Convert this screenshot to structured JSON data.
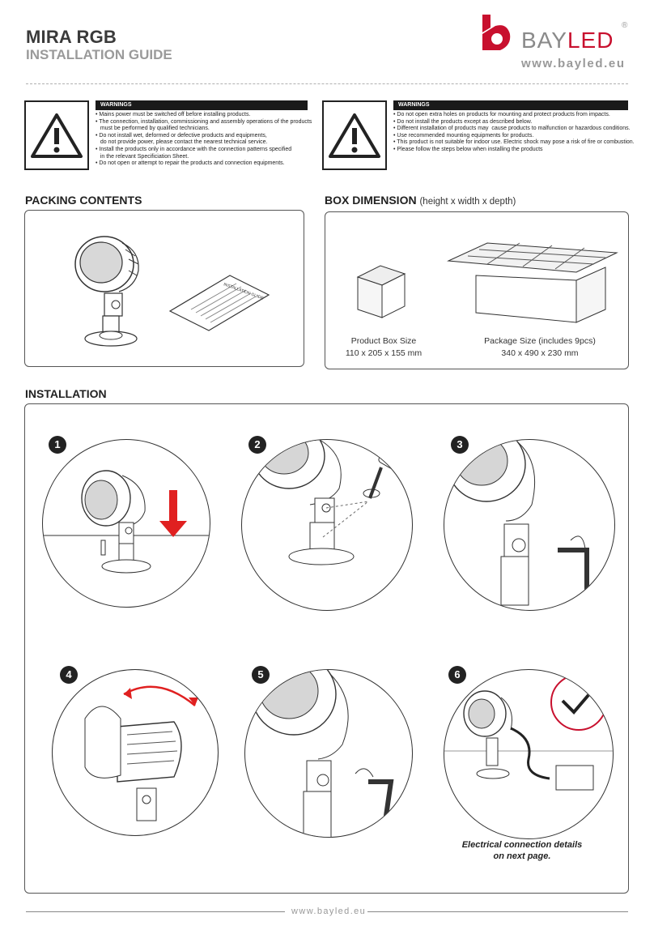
{
  "header": {
    "title": "MIRA RGB",
    "subtitle": "INSTALLATION GUIDE",
    "brand_bay": "BAY",
    "brand_led": "LED",
    "registered": "®",
    "website": "www.bayled.eu"
  },
  "warnings_left": {
    "heading": "WARNINGS",
    "items": "• Mains power must be switched off before installing products.\n• The connection, installation, commissioning and assembly operations of the products\n   must be performed by qualified technicians.\n• Do not install wet, deformed or defective products and equipments,\n   do not provide power, please contact the nearest technical service.\n• Install the products only in accordance with the connection patterns specified\n   in the relevant Specificiation Sheet.\n• Do not open or attempt to repair the products and connection equipments."
  },
  "warnings_right": {
    "heading": "WARNINGS",
    "items": "• Do not open extra holes on products for mounting and protect products from impacts.\n• Do not install the products except as described below.\n• Different installation of products may  cause products to malfunction or hazardous conditions.\n• Use recommended mounting equipments for products.\n• This product is not suitable for indoor use. Electric shock may pose a risk of fire or combustion.\n• Please follow the steps below when installing the products"
  },
  "packing": {
    "heading": "PACKING CONTENTS",
    "leaflet_label": "INSTALLATION GUIDE"
  },
  "box": {
    "heading": "BOX DIMENSION",
    "heading_note": "(height x width x depth)",
    "product_label": "Product Box Size",
    "product_size": "110 x 205 x 155 mm",
    "package_label": "Package Size (includes 9pcs)",
    "package_size": "340 x 490 x 230 mm"
  },
  "installation": {
    "heading": "INSTALLATION",
    "steps": [
      "1",
      "2",
      "3",
      "4",
      "5",
      "6"
    ],
    "note_line1": "Electrical connection details",
    "note_line2": "on next page."
  },
  "footer": {
    "website": "www.bayled.eu"
  },
  "colors": {
    "brand_red": "#c8102e",
    "ink": "#222222",
    "grey_text": "#9a9a9a"
  }
}
